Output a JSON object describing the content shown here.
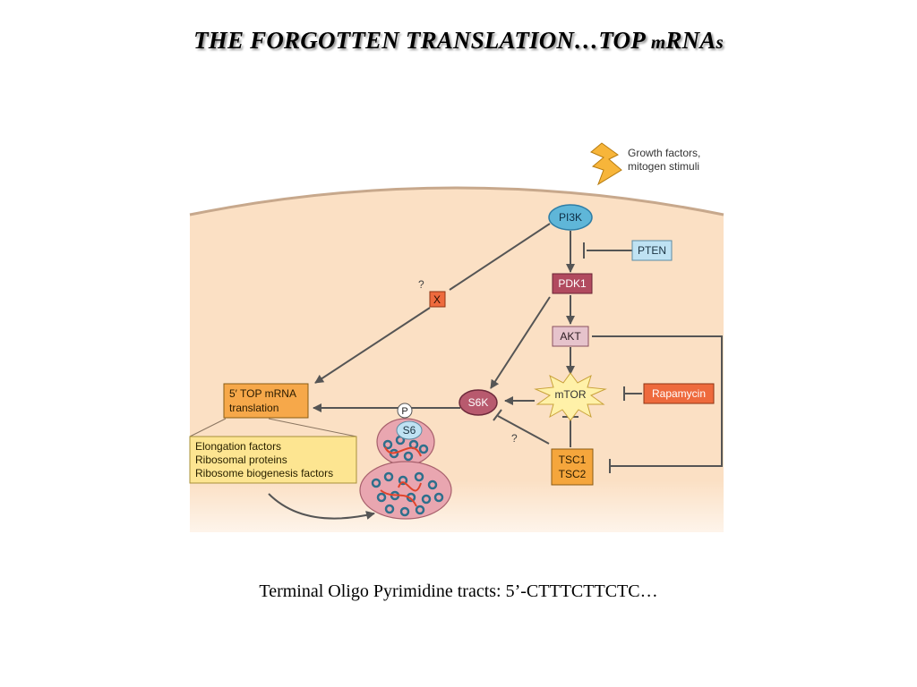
{
  "slide": {
    "title_main": "THE FORGOTTEN TRANSLATION…TOP ",
    "title_m": "m",
    "title_rna": "RNA",
    "title_s": "s",
    "caption": "Terminal Oligo Pyrimidine tracts: 5’-CTTTCTTCTC…"
  },
  "diagram": {
    "stimulus": {
      "line1": "Growth factors,",
      "line2": "mitogen stimuli"
    },
    "nodes": {
      "pi3k": "PI3K",
      "pten": "PTEN",
      "pdk1": "PDK1",
      "akt": "AKT",
      "mtor": "mTOR",
      "rapamycin": "Rapamycin",
      "tsc1": "TSC1",
      "tsc2": "TSC2",
      "s6k": "S6K",
      "x": "X",
      "x_question": "?",
      "s6k_question": "?",
      "p": "P",
      "s6": "S6",
      "top_line1": "5′ TOP mRNA",
      "top_line2": "translation"
    },
    "products": [
      "Elongation factors",
      "Ribosomal proteins",
      "Ribosome biogenesis factors"
    ],
    "colors": {
      "cell": "#fbe0c4",
      "membrane": "#c7a88c",
      "pi3k": "#5fb6d8",
      "pten": "#bfe2f3",
      "kinase": "#b14a5f",
      "akt": "#e6c3cc",
      "mtor": "#fff1a8",
      "rapamycin": "#ee6a3d",
      "tsc": "#f5a63c",
      "s6k": "#b85a6e",
      "top": "#f6a84a",
      "products": "#fde591",
      "ribosome": "#e9a6b0"
    }
  }
}
